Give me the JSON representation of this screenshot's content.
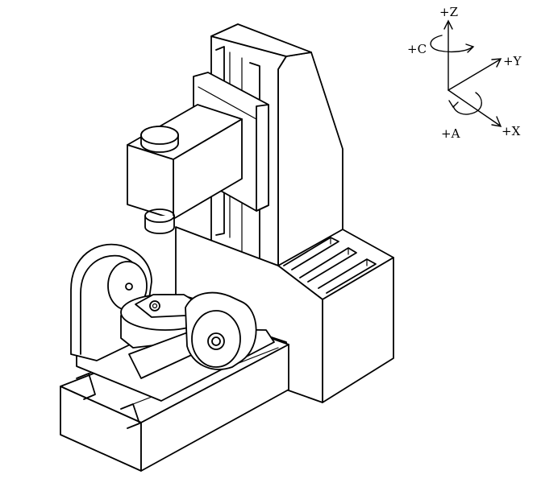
{
  "axes": {
    "z_label": "+Z",
    "c_label": "+C",
    "y_label": "+Y",
    "a_label": "+A",
    "x_label": "+X"
  },
  "colors": {
    "line": "#000000",
    "background": "#ffffff"
  }
}
